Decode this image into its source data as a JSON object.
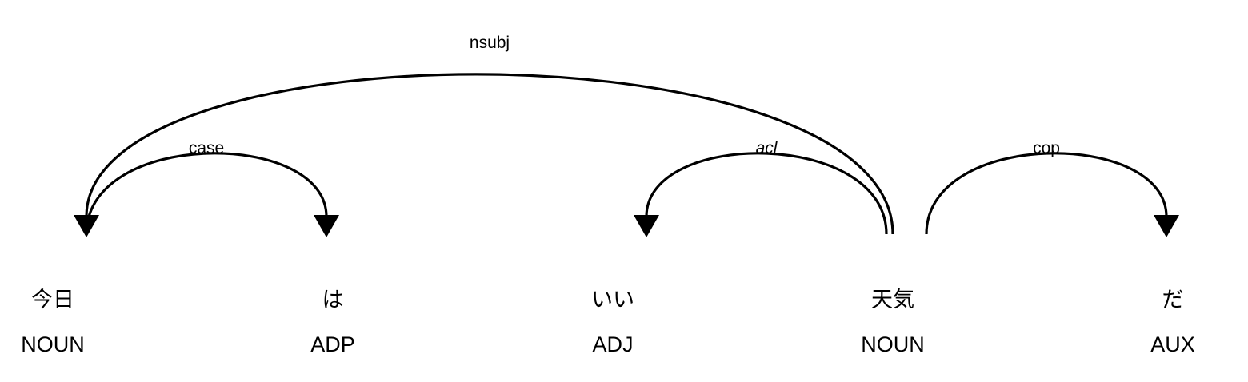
{
  "tokens": [
    {
      "text": "今日",
      "tag": "NOUN"
    },
    {
      "text": "は",
      "tag": "ADP"
    },
    {
      "text": "いい",
      "tag": "ADJ"
    },
    {
      "text": "天気",
      "tag": "NOUN"
    },
    {
      "text": "だ",
      "tag": "AUX"
    }
  ],
  "arcs": [
    {
      "label": "nsubj",
      "head": 3,
      "dependent": 0,
      "italic": false
    },
    {
      "label": "case",
      "head": 0,
      "dependent": 1,
      "italic": false
    },
    {
      "label": "acl",
      "head": 3,
      "dependent": 2,
      "italic": true
    },
    {
      "label": "cop",
      "head": 3,
      "dependent": 4,
      "italic": false
    }
  ]
}
